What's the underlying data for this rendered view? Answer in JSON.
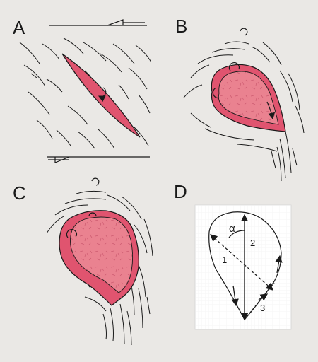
{
  "panels": {
    "a": {
      "label": "A"
    },
    "b": {
      "label": "B"
    },
    "c": {
      "label": "C"
    },
    "d": {
      "label": "D",
      "annotations": {
        "angle": "α",
        "arrow_1": "1",
        "arrow_2": "2",
        "arrow_3": "3"
      }
    }
  },
  "colors": {
    "background": "#eae8e5",
    "inclusion_rim": "#e0546f",
    "inclusion_core": "#ea8290",
    "stroke": "#1a1a1a",
    "inset_background": "#ffffff"
  }
}
